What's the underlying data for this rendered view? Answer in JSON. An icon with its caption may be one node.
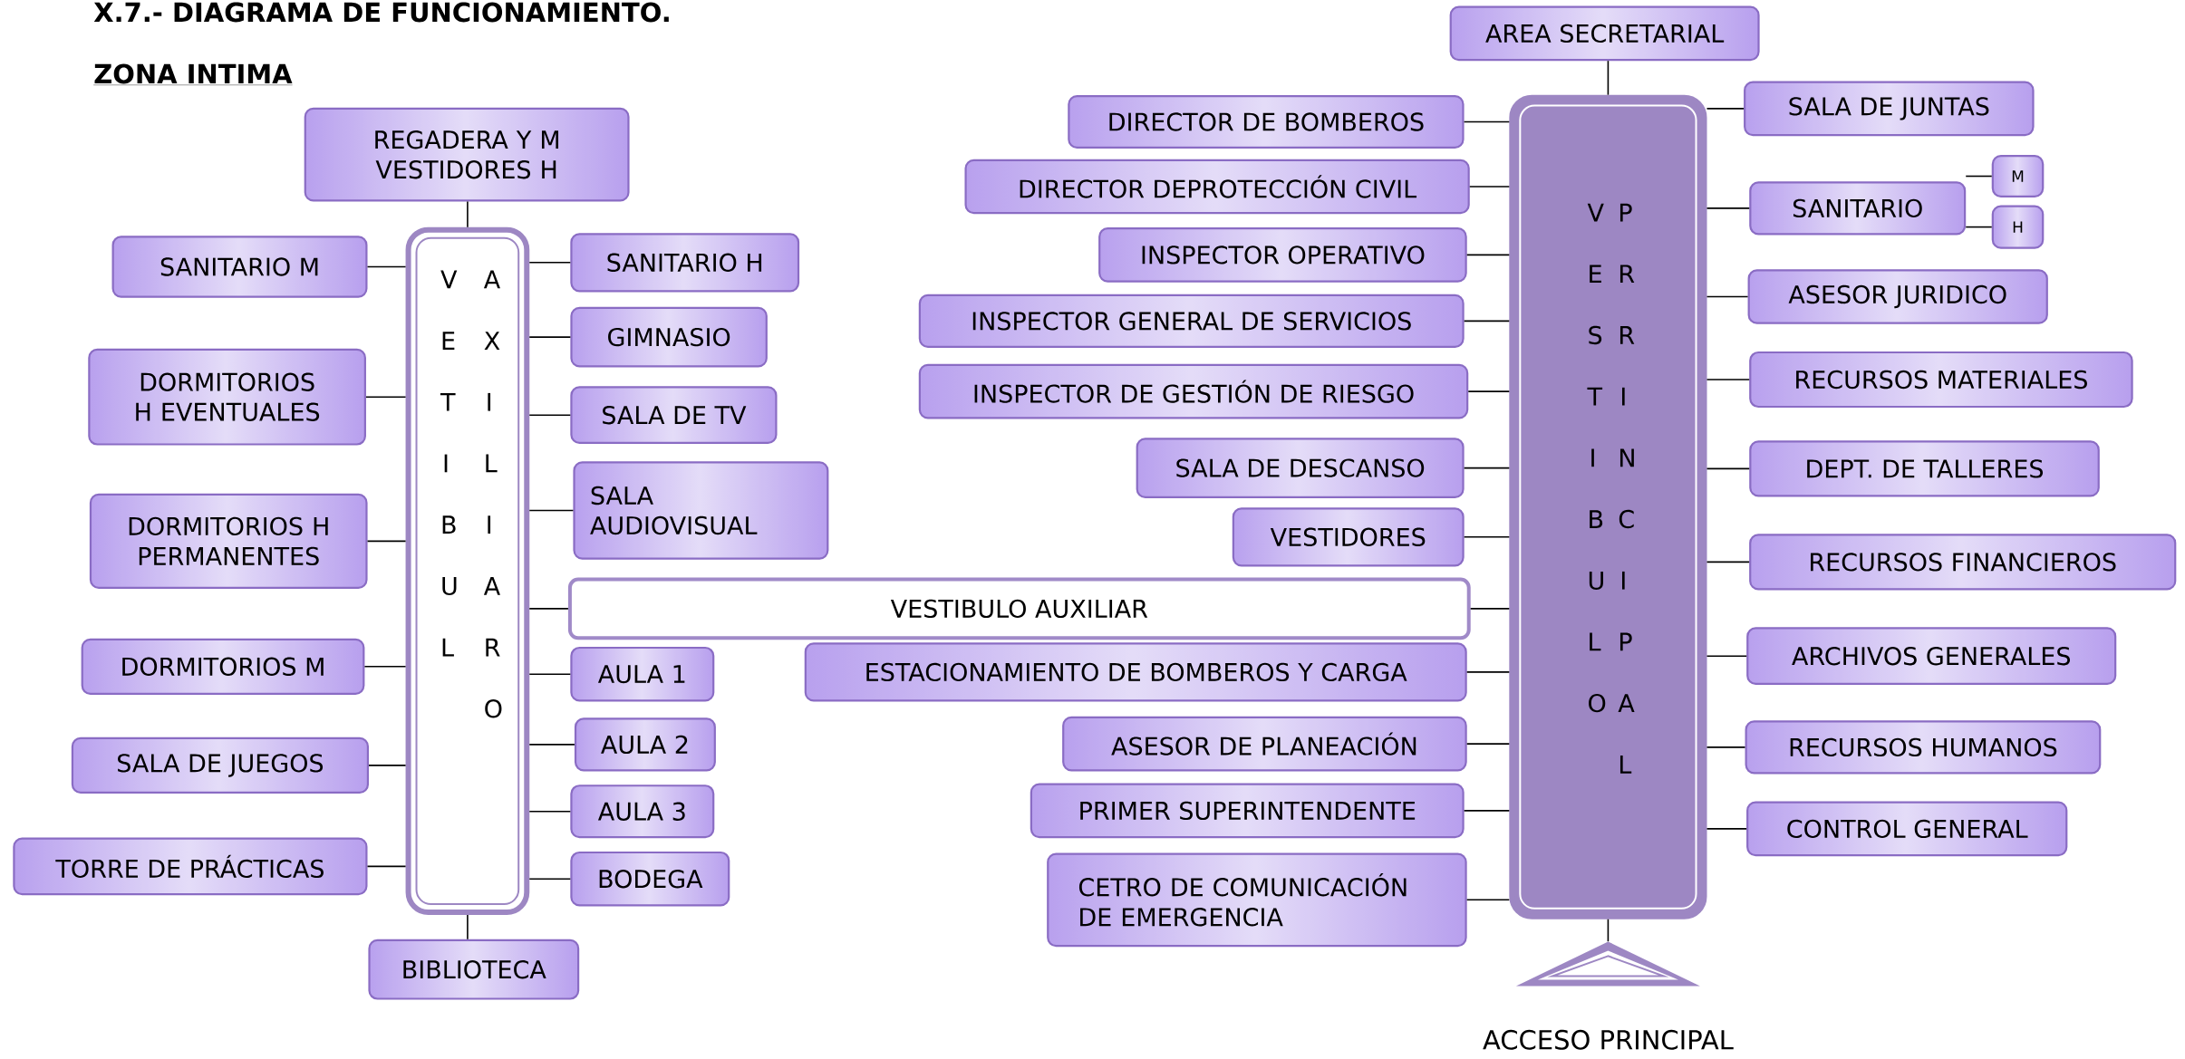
{
  "diagram": {
    "title": "X.7.- DIAGRAMA DE FUNCIONAMIENTO.",
    "nodes": [
      {
        "text": [
          "VETIBUL",
          "AXILIARO"
        ]
      },
      {
        "text": [
          "REGADERA Y M VESTIDORES H"
        ]
      },
      {
        "text": [
          "SANITARIO M"
        ]
      },
      {
        "text": [
          "DORMITORIOS H EVENTUALES"
        ]
      },
      {
        "text": [
          "DORMITORIOS H PERMANENTES"
        ]
      },
      {
        "text": [
          "DORMITORIOS M"
        ]
      },
      {
        "text": [
          "SALA DE JUEGOS"
        ]
      },
      {
        "text": [
          "TORRE DE PRÁCTICAS"
        ]
      },
      {
        "text": [
          "SANITARIO H"
        ]
      },
      {
        "text": [
          "GIMNASIO"
        ]
      },
      {
        "text": [
          "SALA DE TV"
        ]
      },
      {
        "text": [
          "SALA AUDIOVISUAL"
        ]
      },
      {
        "text": [
          "VESTIBULO AUXILIAR"
        ]
      },
      {
        "text": [
          "AULA 1"
        ]
      },
      {
        "text": [
          "AULA 2"
        ]
      },
      {
        "text": [
          "AULA 3"
        ]
      },
      {
        "text": [
          "BODEGA"
        ]
      },
      {
        "text": [
          "BIBLIOTECA"
        ]
      },
      {
        "text": [
          "VESTIBULO",
          "PRRINCIPAL"
        ]
      },
      {
        "text": [
          "AREA SECRETARIAL"
        ]
      },
      {
        "text": [
          "DIRECTOR DE BOMBEROS"
        ]
      },
      {
        "text": [
          "DIRECTOR DEPROTECCIÓN CIVIL"
        ]
      },
      {
        "text": [
          "INSPECTOR OPERATIVO"
        ]
      },
      {
        "text": [
          "INSPECTOR GENERAL DE SERVICIOS"
        ]
      },
      {
        "text": [
          "INSPECTOR DE GESTIÓN DE RIESGO"
        ]
      },
      {
        "text": [
          "SALA DE DESCANSO"
        ]
      },
      {
        "text": [
          "VESTIDORES"
        ]
      },
      {
        "text": [
          "ESTACIONAMIENTO DE BOMBEROS Y CARGA"
        ]
      },
      {
        "text": [
          "ASESOR DE PLANEACIÓN"
        ]
      },
      {
        "text": [
          "PRIMER SUPERINTENDENTE"
        ]
      },
      {
        "text": [
          "CETRO DE COMUNICACIÓN DE EMERGENCIA"
        ]
      },
      {
        "text": [
          "SALA DE JUNTAS"
        ]
      },
      {
        "text": [
          "SANITARIO"
        ]
      },
      {
        "text": [
          "M"
        ]
      },
      {
        "text": [
          "H"
        ]
      },
      {
        "text": [
          "ASESOR JURIDICO"
        ]
      },
      {
        "text": [
          "RECURSOS MATERIALES"
        ]
      },
      {
        "text": [
          "DEPT. DE TALLERES"
        ]
      },
      {
        "text": [
          "RECURSOS FINANCIEROS"
        ]
      },
      {
        "text": [
          "ARCHIVOS GENERALES"
        ]
      },
      {
        "text": [
          "RECURSOS HUMANOS"
        ]
      },
      {
        "text": [
          "CONTROL GENERAL"
        ]
      },
      {
        "text": [],
        "shape": "triangle",
        "beside": [
          "ACCESO PRINCIPAL"
        ]
      }
    ],
    "edges": [
      {
        "from": 0,
        "to": 1,
        "arrow": "none"
      },
      {
        "from": 0,
        "to": 2,
        "arrow": "none"
      },
      {
        "from": 0,
        "to": 3,
        "arrow": "none"
      },
      {
        "from": 0,
        "to": 4,
        "arrow": "none"
      },
      {
        "from": 0,
        "to": 5,
        "arrow": "none"
      },
      {
        "from": 0,
        "to": 6,
        "arrow": "none"
      },
      {
        "from": 0,
        "to": 7,
        "arrow": "none"
      },
      {
        "from": 0,
        "to": 8,
        "arrow": "none"
      },
      {
        "from": 0,
        "to": 9,
        "arrow": "none"
      },
      {
        "from": 0,
        "to": 10,
        "arrow": "none"
      },
      {
        "from": 0,
        "to": 11,
        "arrow": "none"
      },
      {
        "from": 0,
        "to": 12,
        "arrow": "none"
      },
      {
        "from": 0,
        "to": 13,
        "arrow": "none"
      },
      {
        "from": 0,
        "to": 14,
        "arrow": "none"
      },
      {
        "from": 0,
        "to": 15,
        "arrow": "none"
      },
      {
        "from": 0,
        "to": 16,
        "arrow": "none"
      },
      {
        "from": 0,
        "to": 17,
        "arrow": "none"
      },
      {
        "from": 18,
        "to": 12,
        "arrow": "none"
      },
      {
        "from": 18,
        "to": 19,
        "arrow": "none"
      },
      {
        "from": 18,
        "to": 20,
        "arrow": "none"
      },
      {
        "from": 18,
        "to": 21,
        "arrow": "none"
      },
      {
        "from": 18,
        "to": 22,
        "arrow": "none"
      },
      {
        "from": 18,
        "to": 23,
        "arrow": "none"
      },
      {
        "from": 18,
        "to": 24,
        "arrow": "none"
      },
      {
        "from": 18,
        "to": 25,
        "arrow": "none"
      },
      {
        "from": 18,
        "to": 26,
        "arrow": "none"
      },
      {
        "from": 18,
        "to": 27,
        "arrow": "none"
      },
      {
        "from": 18,
        "to": 28,
        "arrow": "none"
      },
      {
        "from": 18,
        "to": 29,
        "arrow": "none"
      },
      {
        "from": 18,
        "to": 30,
        "arrow": "none"
      },
      {
        "from": 18,
        "to": 31,
        "arrow": "none"
      },
      {
        "from": 18,
        "to": 32,
        "arrow": "none"
      },
      {
        "from": 32,
        "to": 33,
        "arrow": "none"
      },
      {
        "from": 32,
        "to": 34,
        "arrow": "none"
      },
      {
        "from": 18,
        "to": 35,
        "arrow": "none"
      },
      {
        "from": 18,
        "to": 36,
        "arrow": "none"
      },
      {
        "from": 18,
        "to": 37,
        "arrow": "none"
      },
      {
        "from": 18,
        "to": 38,
        "arrow": "none"
      },
      {
        "from": 18,
        "to": 39,
        "arrow": "none"
      },
      {
        "from": 18,
        "to": 40,
        "arrow": "none"
      },
      {
        "from": 18,
        "to": 41,
        "arrow": "none"
      },
      {
        "from": 18,
        "to": 42,
        "arrow": "none"
      }
    ],
    "labels": [
      "ZONA INTIMA"
    ]
  }
}
